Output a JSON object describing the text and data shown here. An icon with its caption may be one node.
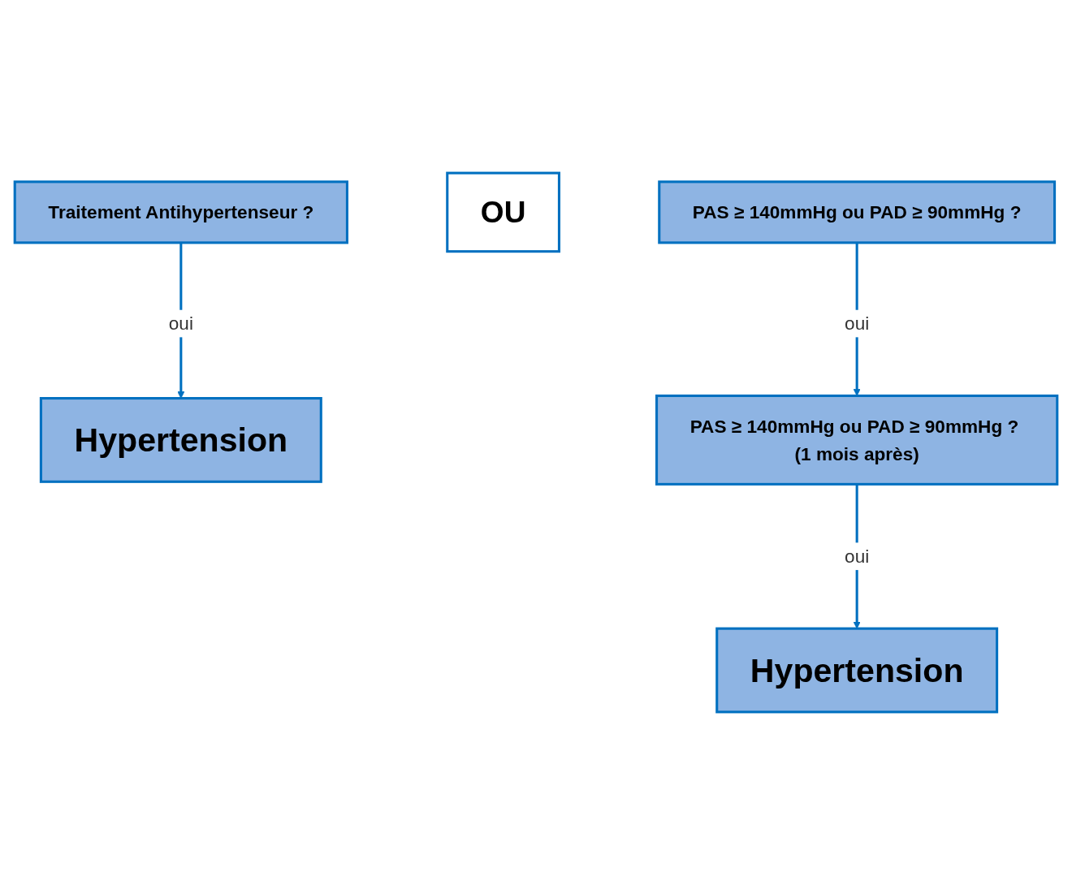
{
  "diagram": {
    "nodes": [
      {
        "text": [
          "Traitement Antihypertenseur ?"
        ]
      },
      {
        "text": [
          "Hypertension"
        ]
      },
      {
        "text": [
          "OU"
        ]
      },
      {
        "text": [
          "PAS ≥ 140mmHg ou PAD ≥ 90mmHg ?"
        ]
      },
      {
        "text": [
          "PAS ≥ 140mmHg ou PAD ≥ 90mmHg ? (1 mois après)"
        ]
      },
      {
        "text": [
          "Hypertension"
        ]
      }
    ],
    "edges": [
      {
        "from": 0,
        "to": 1,
        "arrow": "to",
        "label": "oui"
      },
      {
        "from": 3,
        "to": 4,
        "arrow": "to",
        "label": "oui"
      },
      {
        "from": 4,
        "to": 5,
        "arrow": "to",
        "label": "oui"
      }
    ]
  }
}
